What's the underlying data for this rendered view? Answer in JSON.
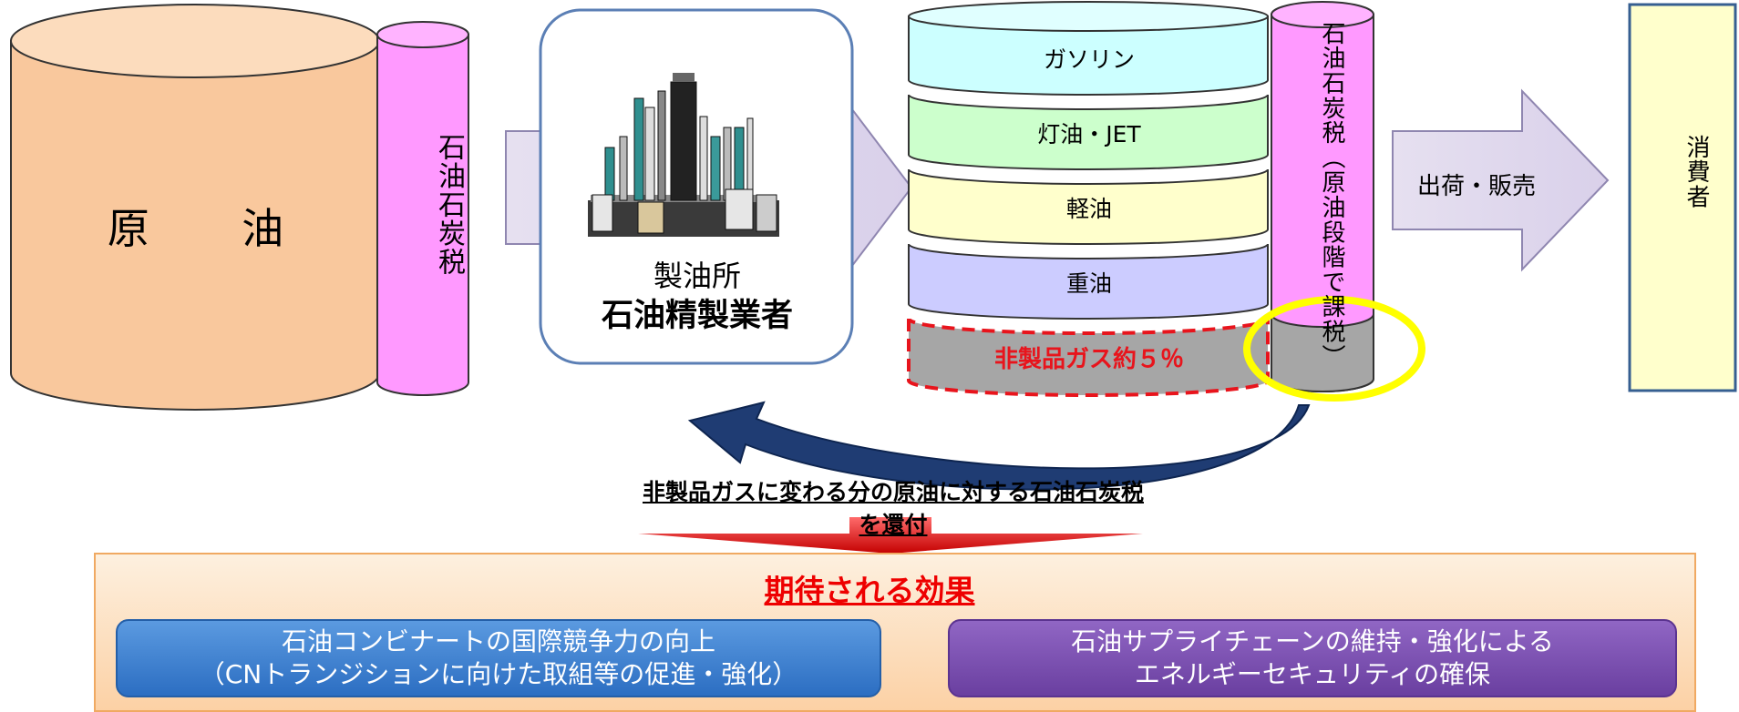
{
  "crude": {
    "label": "原　油",
    "tax_label": "石油石炭税"
  },
  "refinery": {
    "name": "製油所",
    "operator": "石油精製業者"
  },
  "products": {
    "layers": [
      "ガソリン",
      "灯油・JET",
      "軽油",
      "重油"
    ],
    "non_product_gas": "非製品ガス約５％",
    "tax_label": "石油石炭税（原油段階で課税）"
  },
  "shipping_label": "出荷・販売",
  "consumer_label": "消費者",
  "refund_note": "非製品ガスに変わる分の原油に対する石油石炭税を還付",
  "effects": {
    "title": "期待される効果",
    "item1": {
      "line1": "石油コンビナートの国際競争力の向上",
      "line2": "（CNトランジションに向けた取組等の促進・強化）"
    },
    "item2": {
      "line1": "石油サプライチェーンの維持・強化による",
      "line2": "エネルギーセキュリティの確保"
    }
  },
  "colors": {
    "crude_tank": "#f9c89d",
    "tax_cylinder": "#ff99ff",
    "gasoline": "#ccffff",
    "kerosene": "#ccffcc",
    "diesel": "#ffffcc",
    "heavy_oil": "#ccccff",
    "gas_layer": "#a6a6a6",
    "highlight_ring": "#ffff00",
    "return_arrow": "#1f3c73",
    "accent_red": "#ee0000"
  }
}
